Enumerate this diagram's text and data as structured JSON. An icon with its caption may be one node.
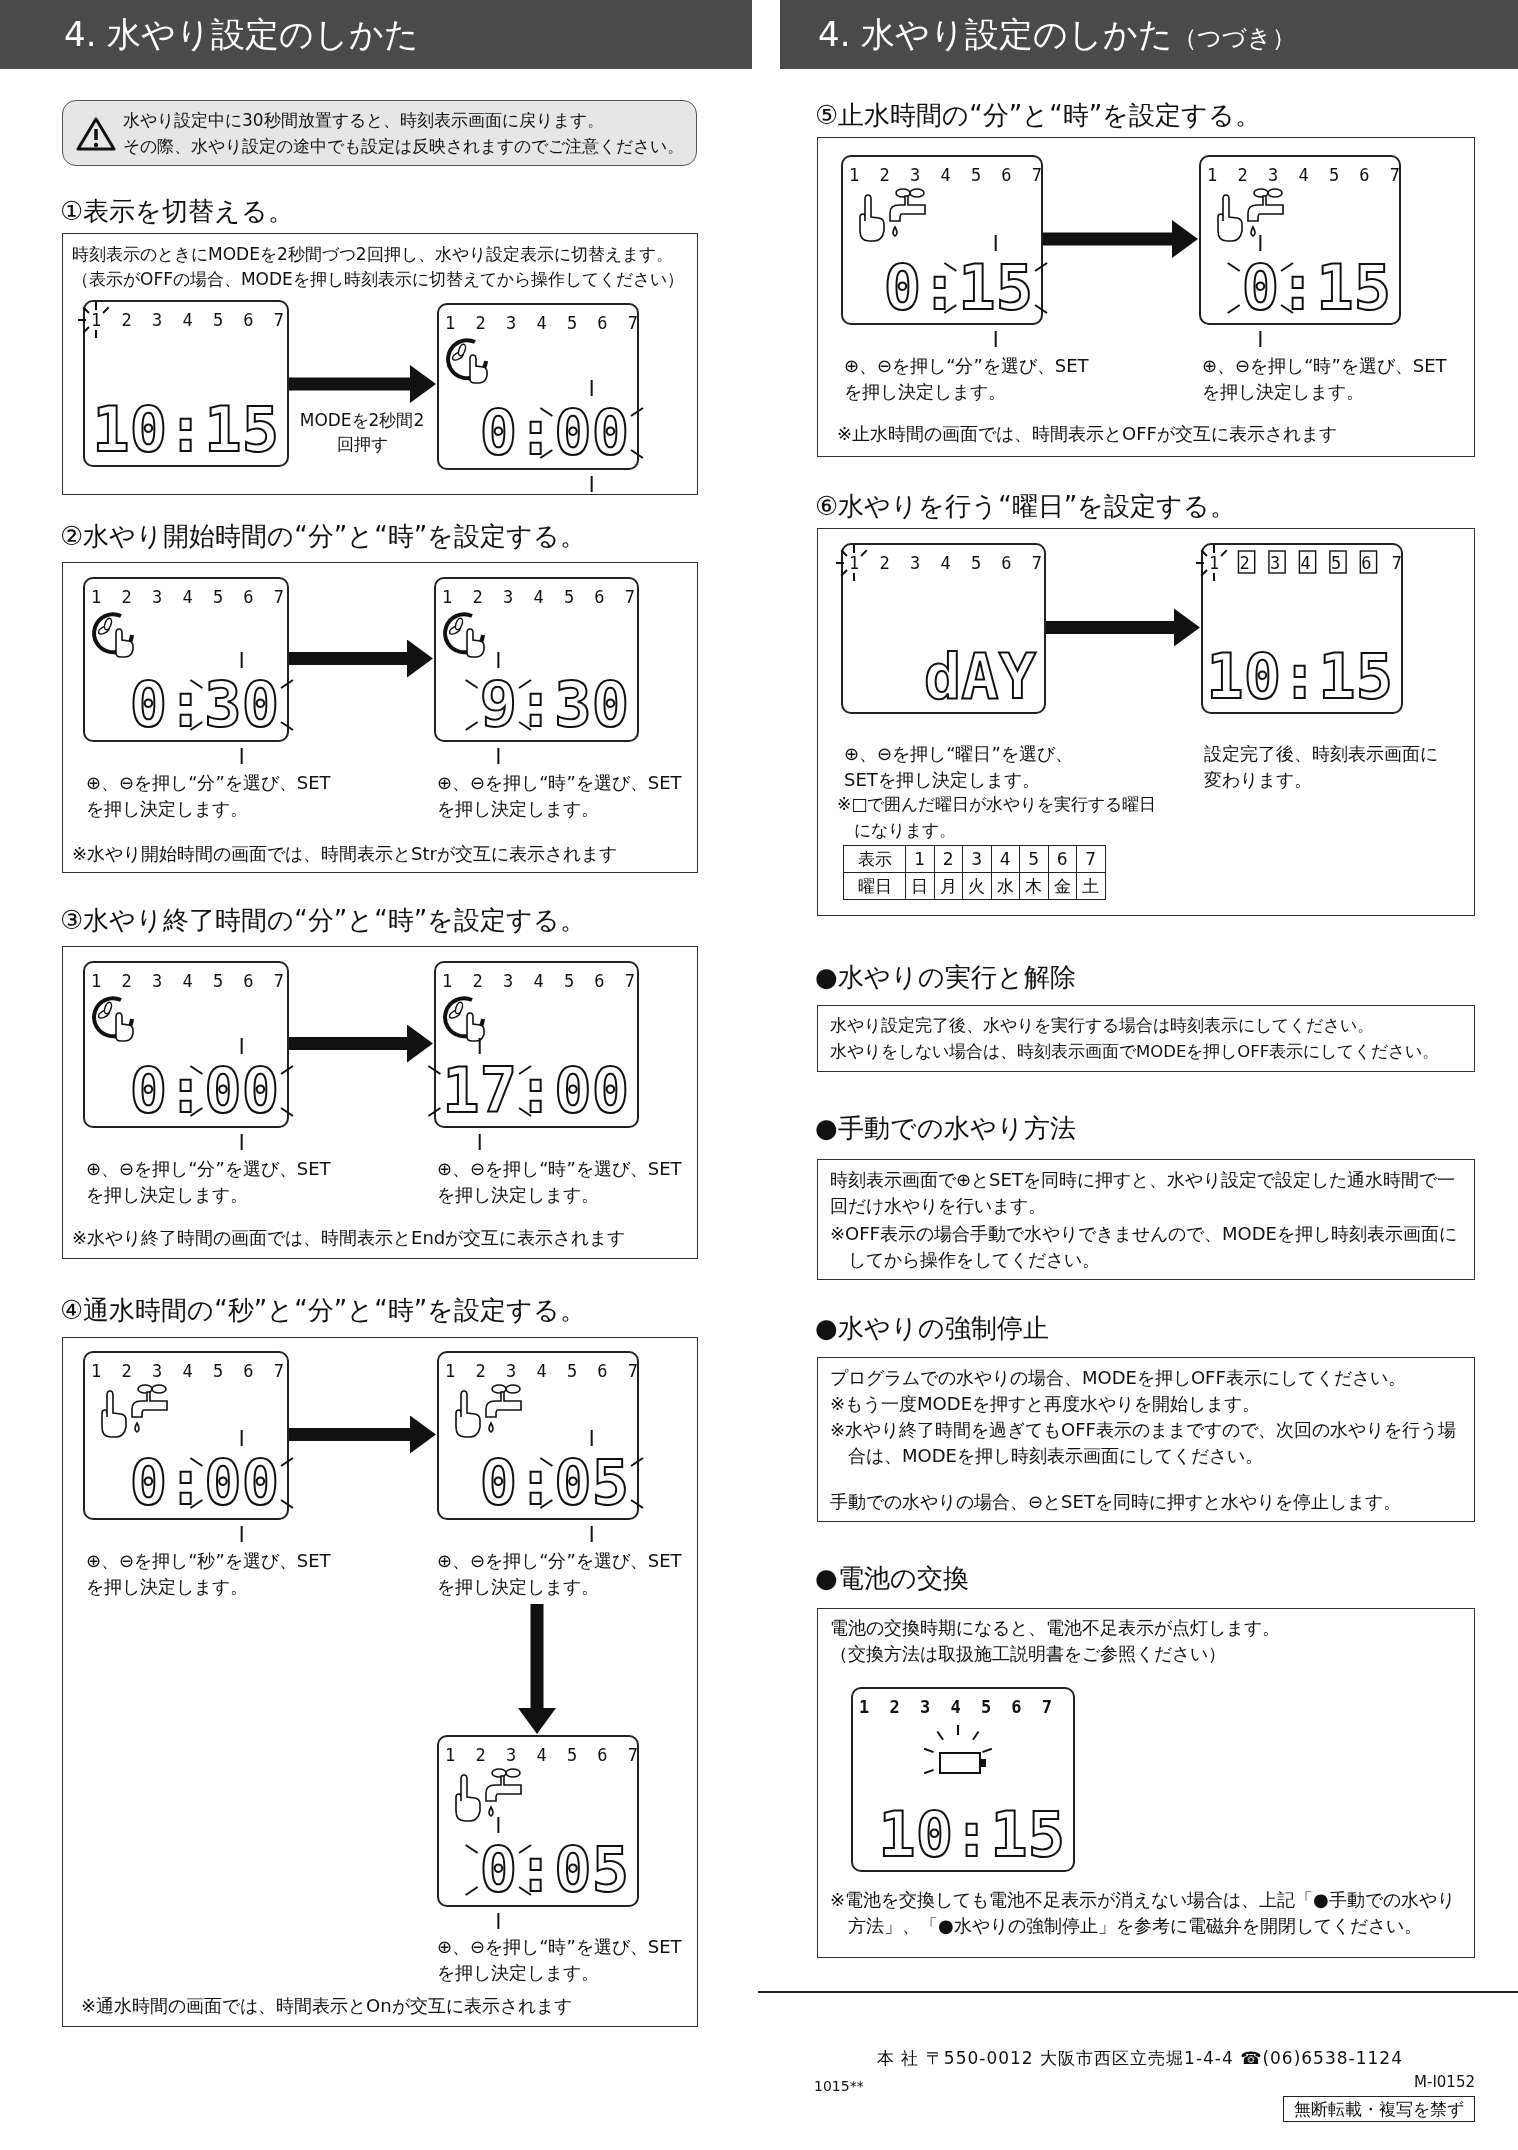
{
  "diagram": {
    "nodes": [
      {
        "text": [
          "水やり設定中に30秒間放置すると、時刻表示画面に戻ります。",
          "その際、水やり設定の途中でも設定は反映されますのでご注意ください。"
        ]
      },
      {
        "text": [
          "①表示を切替える。",
          "時刻表示のときにMODEを2秒間づつ2回押し、水やり設定表示に切替えます。",
          "（表示がOFFの場合、MODEを押し時刻表示に切替えてから操作してください）"
        ]
      },
      {
        "text": [
          "1 2 3 4 5 6 7",
          "10:15"
        ],
        "in": 1
      },
      {
        "text": [
          "1 2 3 4 5 6 7",
          "0:00"
        ],
        "in": 1
      },
      {
        "text": [
          "②水やり開始時間の“分”と“時”を設定する。",
          "※水やり開始時間の画面では、時間表示とStrが交互に表示されます"
        ]
      },
      {
        "text": [
          "1 2 3 4 5 6 7",
          "0:30"
        ],
        "in": 4,
        "beside": [
          "⊕、⊖を押し“分”を選び、SETを押し決定します。"
        ]
      },
      {
        "text": [
          "1 2 3 4 5 6 7",
          "9:30"
        ],
        "in": 4,
        "beside": [
          "⊕、⊖を押し“時”を選び、SETを押し決定します。"
        ]
      },
      {
        "text": [
          "③水やり終了時間の“分”と“時”を設定する。",
          "※水やり終了時間の画面では、時間表示とEndが交互に表示されます"
        ]
      },
      {
        "text": [
          "1 2 3 4 5 6 7",
          "0:00"
        ],
        "in": 7,
        "beside": [
          "⊕、⊖を押し“分”を選び、SETを押し決定します。"
        ]
      },
      {
        "text": [
          "1 2 3 4 5 6 7",
          "17:00"
        ],
        "in": 7,
        "beside": [
          "⊕、⊖を押し“時”を選び、SETを押し決定します。"
        ]
      },
      {
        "text": [
          "④通水時間の“秒”と“分”と“時”を設定する。",
          "※通水時間の画面では、時間表示とOnが交互に表示されます"
        ]
      },
      {
        "text": [
          "1 2 3 4 5 6 7",
          "0:00"
        ],
        "in": 10,
        "beside": [
          "⊕、⊖を押し“秒”を選び、SETを押し決定します。"
        ]
      },
      {
        "text": [
          "1 2 3 4 5 6 7",
          "0:05"
        ],
        "in": 10,
        "beside": [
          "⊕、⊖を押し“分”を選び、SETを押し決定します。"
        ]
      },
      {
        "text": [
          "1 2 3 4 5 6 7",
          "0:05"
        ],
        "in": 10,
        "beside": [
          "⊕、⊖を押し“時”を選び、SETを押し決定します。"
        ]
      },
      {
        "text": [
          "⑤止水時間の“分”と“時”を設定する。",
          "※止水時間の画面では、時間表示とOFFが交互に表示されます"
        ]
      },
      {
        "text": [
          "1 2 3 4 5 6 7",
          "0:15"
        ],
        "in": 14,
        "beside": [
          "⊕、⊖を押し“分”を選び、SETを押し決定します。"
        ]
      },
      {
        "text": [
          "1 2 3 4 5 6 7",
          "0:15"
        ],
        "in": 14,
        "beside": [
          "⊕、⊖を押し“時”を選び、SETを押し決定します。"
        ]
      },
      {
        "text": [
          "⑥水やりを行う“曜日”を設定する。",
          "※□で囲んだ曜日が水やりを実行する曜日になります。"
        ]
      },
      {
        "text": [
          "1 2 3 4 5 6 7",
          "dAY"
        ],
        "in": 17,
        "beside": [
          "⊕、⊖を押し“曜日”を選び、SETを押し決定します。"
        ]
      },
      {
        "text": [
          "1 2 3 4 5 6 7",
          "10:15"
        ],
        "in": 17,
        "beside": [
          "設定完了後、時刻表示画面に変わります。"
        ]
      },
      {
        "text": [
          "●水やりの実行と解除",
          "水やり設定完了後、水やりを実行する場合は時刻表示にしてください。",
          "水やりをしない場合は、時刻表示画面でMODEを押しOFF表示にしてください。"
        ]
      },
      {
        "text": [
          "●手動での水やり方法",
          "時刻表示画面で⊕とSETを同時に押すと、水やり設定で設定した通水時間で一回だけ水やりを行います。",
          "※OFF表示の場合手動で水やりできませんので、MODEを押し時刻表示画面にしてから操作をしてください。"
        ]
      },
      {
        "text": [
          "●水やりの強制停止",
          "プログラムでの水やりの場合、MODEを押しOFF表示にしてください。",
          "※もう一度MODEを押すと再度水やりを開始します。",
          "※水やり終了時間を過ぎてもOFF表示のままですので、次回の水やりを行う場合は、MODEを押し時刻表示画面にしてください。",
          "手動での水やりの場合、⊖とSETを同時に押すと水やりを停止します。"
        ]
      },
      {
        "text": [
          "●電池の交換",
          "電池の交換時期になると、電池不足表示が点灯します。",
          "（交換方法は取扱施工説明書をご参照ください）",
          "※電池を交換しても電池不足表示が消えない場合は、上記「●手動での水やり方法」、「●水やりの強制停止」を参考に電磁弁を開閉してください。"
        ]
      },
      {
        "text": [
          "1 2 3 4 5 6 7",
          "10:15"
        ],
        "in": 23
      }
    ],
    "edges": [
      {
        "from": 2,
        "to": 3,
        "arrow": "to",
        "label": "MODEを2秒間2回押す"
      },
      {
        "from": 5,
        "to": 6,
        "arrow": "to"
      },
      {
        "from": 8,
        "to": 9,
        "arrow": "to"
      },
      {
        "from": 11,
        "to": 12,
        "arrow": "to"
      },
      {
        "from": 12,
        "to": 13,
        "arrow": "to"
      },
      {
        "from": 15,
        "to": 16,
        "arrow": "to"
      },
      {
        "from": 18,
        "to": 19,
        "arrow": "to"
      }
    ],
    "labels": [
      "4. 水やり設定のしかた",
      "4. 水やり設定のしかた",
      "（つづき）",
      "表示",
      "1",
      "2",
      "3",
      "4",
      "5",
      "6",
      "7",
      "曜日",
      "日",
      "月",
      "火",
      "水",
      "木",
      "金",
      "土",
      "本 社 〒550-0012 大阪市西区立売堀1-4-4 ☎(06)6538-1124",
      "1015**",
      "M-I0152",
      "無断転載・複写を禁ず"
    ]
  }
}
